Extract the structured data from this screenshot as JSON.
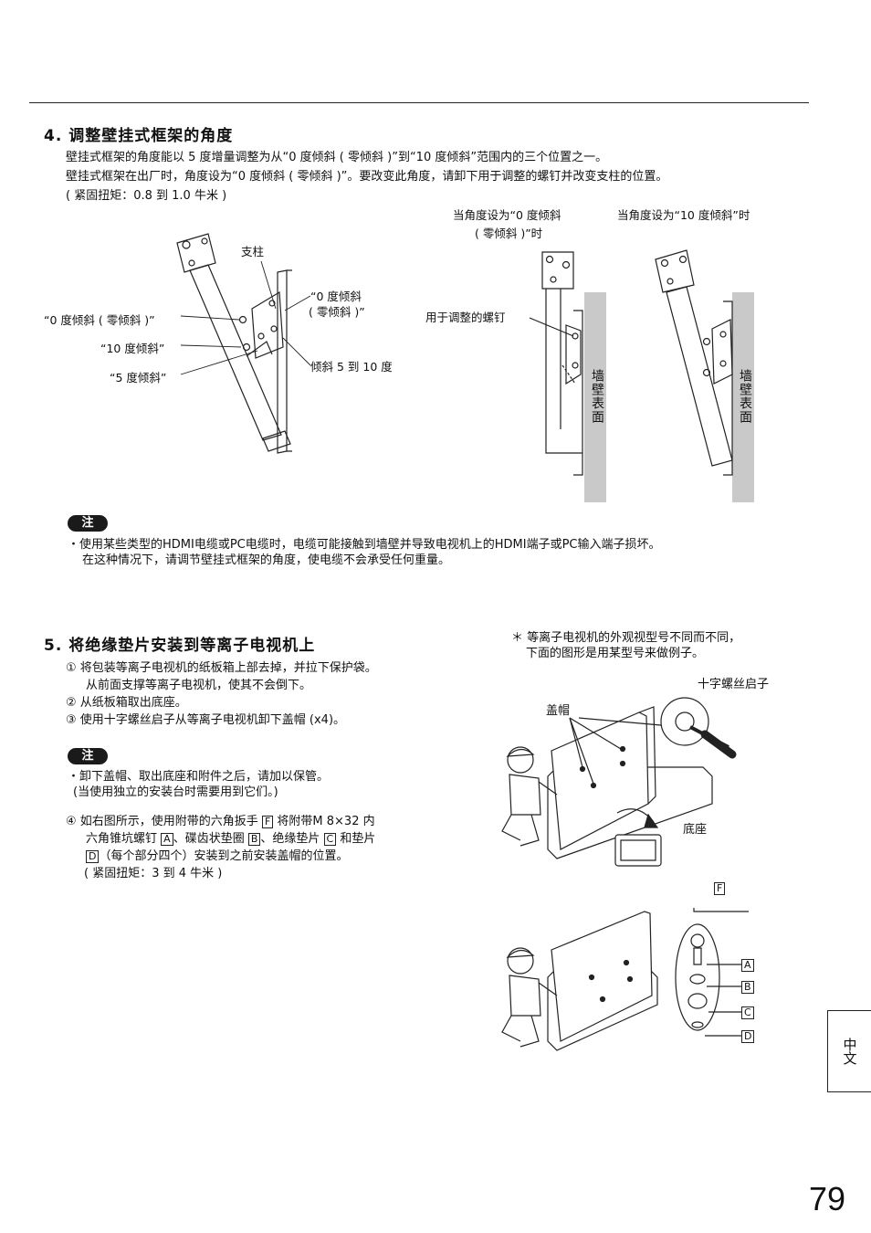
{
  "section4": {
    "heading": "4. 调整壁挂式框架的角度",
    "para1": "壁挂式框架的角度能以 5 度增量调整为从“0 度倾斜 ( 零倾斜 )”到“10 度倾斜”范围内的三个位置之一。",
    "para2": "壁挂式框架在出厂时，角度设为“0 度倾斜 ( 零倾斜 )”。要改变此角度，请卸下用于调整的螺钉并改变支柱的位置。",
    "para3": "( 紧固扭矩：0.8 到 1.0 牛米 )",
    "diagram_labels": {
      "strut": "支柱",
      "zero_tilt_line1": "“0 度倾斜",
      "zero_tilt_line2": "( 零倾斜 )”",
      "zero_tilt_left": "“0 度倾斜 ( 零倾斜 )”",
      "ten_tilt": "“10 度倾斜”",
      "five_tilt": "“5 度倾斜”",
      "tilt_range": "倾斜 5 到 10 度",
      "adjust_screw": "用于调整的螺钉",
      "caption_zero_line1": "当角度设为“0 度倾斜",
      "caption_zero_line2": "( 零倾斜 )”时",
      "caption_ten": "当角度设为“10 度倾斜”时",
      "wall_surface": "墙壁表面"
    },
    "note_badge": "注",
    "note_line1": "・使用某些类型的HDMI电缆或PC电缆时，电缆可能接触到墙壁并导致电视机上的HDMI端子或PC输入端子损坏。",
    "note_line2": "在这种情况下，请调节壁挂式框架的角度，使电缆不会承受任何重量。"
  },
  "section5": {
    "heading": "5. 将绝缘垫片安装到等离子电视机上",
    "step1_line1": "① 将包装等离子电视机的纸板箱上部去掉，并拉下保护袋。",
    "step1_line2": "从前面支撑等离子电视机，使其不会倒下。",
    "step2": "② 从纸板箱取出底座。",
    "step3": "③ 使用十字螺丝启子从等离子电视机卸下盖帽 (x4)。",
    "note_badge": "注",
    "note_line1": "・卸下盖帽、取出底座和附件之后，请加以保管。",
    "note_line2": "(当使用独立的安装台时需要用到它们。)",
    "step4_line1_a": "④ 如右图所示，使用附带的六角扳手",
    "step4_line1_b": "将附带M 8×32 内",
    "step4_line2_a": "六角锥坑螺钉",
    "step4_line2_b": "、碟齿状垫圈",
    "step4_line2_c": "、绝缘垫片",
    "step4_line2_d": "和垫片",
    "step4_line3": "（每个部分四个）安装到之前安装盖帽的位置。",
    "step4_line4": "( 紧固扭矩：3 到 4 牛米 )",
    "remark_line1": "＊ 等离子电视机的外观视型号不同而不同，",
    "remark_line2": "下面的图形是用某型号来做例子。",
    "diagram_labels": {
      "screwdriver": "十字螺丝启子",
      "caps": "盖帽",
      "base": "底座",
      "part_a": "A",
      "part_b": "B",
      "part_c": "C",
      "part_d": "D",
      "part_f": "F"
    }
  },
  "side_tab": "中文",
  "page_number": "79"
}
